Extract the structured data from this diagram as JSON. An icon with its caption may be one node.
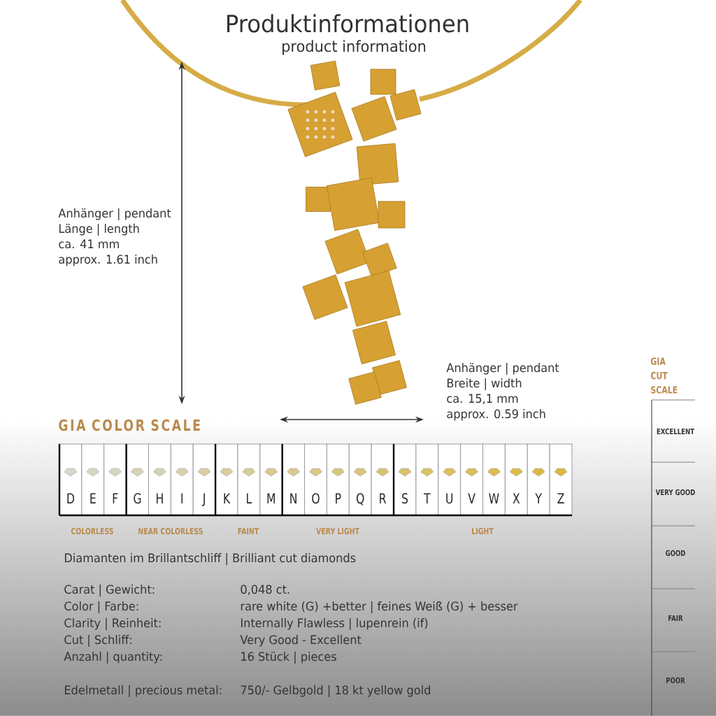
{
  "diagram": {
    "title": "Produktinformationen",
    "labels": [
      "product information",
      "Anhänger | pendant",
      "Länge | length",
      "ca. 41 mm",
      "approx. 1.61 inch",
      "Anhänger | pendant",
      "Breite | width",
      "ca. 15,1 mm",
      "approx. 0.59 inch",
      "GIA CUT SCALE",
      "GIA COLOR SCALE",
      "EXCELLENT",
      "D",
      "E",
      "F",
      "G",
      "H",
      "I",
      "J",
      "K",
      "L",
      "M",
      "N",
      "O",
      "P",
      "Q",
      "R",
      "S",
      "T",
      "U",
      "V",
      "W",
      "X",
      "Y",
      "Z",
      "VERY GOOD",
      "COLORLESS",
      "NEAR COLORLESS",
      "FAINT",
      "VERY LIGHT",
      "LIGHT",
      "GOOD",
      "Diamanten im Brillantschliff | Brilliant cut diamonds",
      "Carat | Gewicht:",
      "0,048 ct.",
      "Color | Farbe:",
      "rare white (G) +better | feines Weiß (G) + besser",
      "FAIR",
      "Clarity | Reinheit:",
      "Internally Flawless | lupenrein (if)",
      "Cut | Schliff:",
      "Very Good - Excellent",
      "Anzahl | quantity:",
      "16 Stück | pieces",
      "POOR",
      "Edelmetall | precious metal:",
      "750/- Gelbgold | 18 kt yellow gold"
    ]
  }
}
